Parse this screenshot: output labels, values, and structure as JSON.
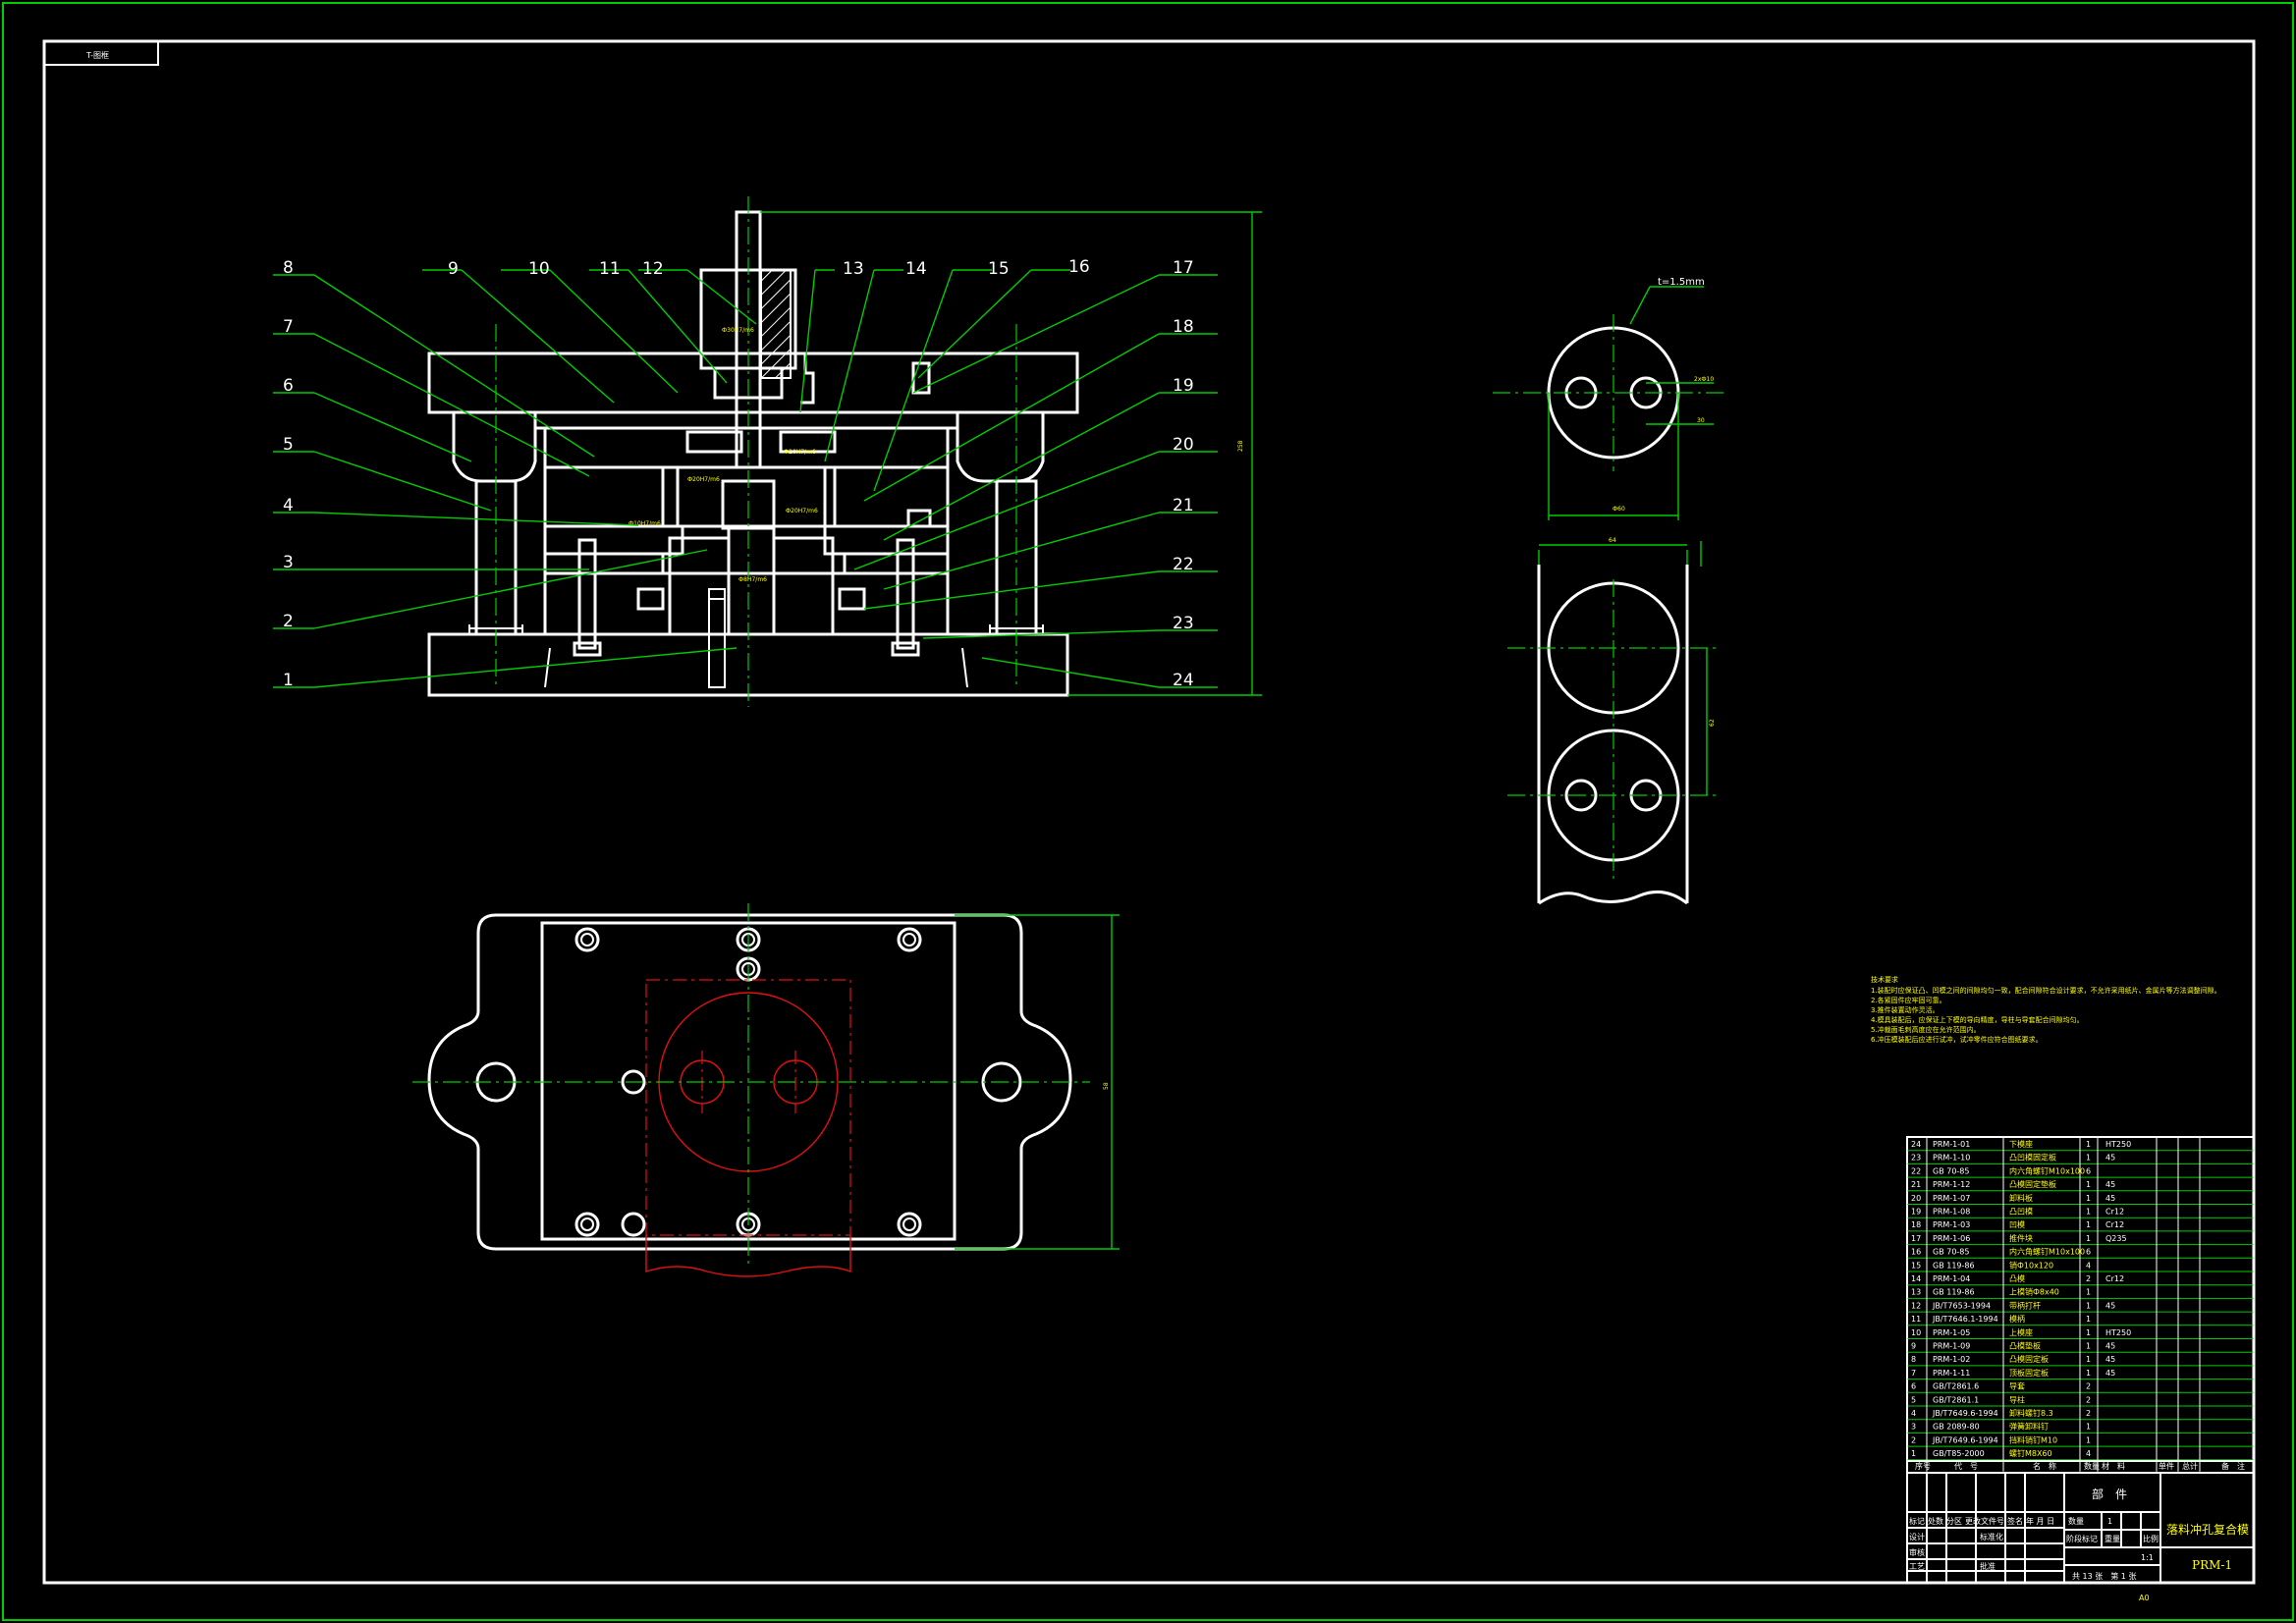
{
  "drawing": {
    "corner_tag": "T-图框",
    "title": "落料冲孔复合模",
    "drawing_no": "PRM-1",
    "sheet_size": "A0",
    "assembly_label": "部　件",
    "count_label": "数量",
    "count_value": "1",
    "weight_label": "重量",
    "scale_label": "比例",
    "scale_value": "1:1",
    "stage_label": "阶段标记",
    "sheet_info": "共 13 张　第 1 张",
    "thickness_note": "t=1.5mm",
    "dimension_58": "58"
  },
  "part_labels": [
    "1",
    "2",
    "3",
    "4",
    "5",
    "6",
    "7",
    "8",
    "9",
    "10",
    "11",
    "12",
    "13",
    "14",
    "15",
    "16",
    "17",
    "18",
    "19",
    "20",
    "21",
    "22",
    "23",
    "24"
  ],
  "tech_notes": {
    "heading": "技术要求",
    "lines": [
      "1.装配时应保证凸、凹模之间的间隙均匀一致，配合间隙符合设计要求，不允许采用纸片、金属片等方法调整间隙。",
      "2.各紧固件应牢固可靠。",
      "3.推件装置动作灵活。",
      "4.模具装配后，应保证上下模的导向精度，导柱与导套配合间隙均匀。",
      "5.冲裁面毛刺高度应在允许范围内。",
      "6.冲压模装配后应进行试冲，试冲零件应符合图纸要求。"
    ]
  },
  "bom": {
    "header": [
      "序号",
      "代　号",
      "名　称",
      "数量",
      "材　料",
      "单件",
      "总计",
      "备　注"
    ],
    "rows": [
      [
        "24",
        "PRM-1-01",
        "下模座",
        "1",
        "HT250"
      ],
      [
        "23",
        "PRM-1-10",
        "凸凹模固定板",
        "1",
        "45"
      ],
      [
        "22",
        "GB 70-85",
        "内六角螺钉M10x100",
        "6",
        ""
      ],
      [
        "21",
        "PRM-1-12",
        "凸模固定垫板",
        "1",
        "45"
      ],
      [
        "20",
        "PRM-1-07",
        "卸料板",
        "1",
        "45"
      ],
      [
        "19",
        "PRM-1-08",
        "凸凹模",
        "1",
        "Cr12"
      ],
      [
        "18",
        "PRM-1-03",
        "凹模",
        "1",
        "Cr12"
      ],
      [
        "17",
        "PRM-1-06",
        "推件块",
        "1",
        "Q235"
      ],
      [
        "16",
        "GB 70-85",
        "内六角螺钉M10x100",
        "6",
        ""
      ],
      [
        "15",
        "GB 119-86",
        "销Ф10x120",
        "4",
        ""
      ],
      [
        "14",
        "PRM-1-04",
        "凸模",
        "2",
        "Cr12"
      ],
      [
        "13",
        "GB  119-86",
        "上模销Ф8x40",
        "1",
        ""
      ],
      [
        "12",
        "JB/T7653-1994",
        "带柄打杆",
        "1",
        "45"
      ],
      [
        "11",
        "JB/T7646.1-1994",
        "模柄",
        "1",
        ""
      ],
      [
        "10",
        "PRM-1-05",
        "上模座",
        "1",
        "HT250"
      ],
      [
        "9",
        "PRM-1-09",
        "凸模垫板",
        "1",
        "45"
      ],
      [
        "8",
        "PRM-1-02",
        "凸模固定板",
        "1",
        "45"
      ],
      [
        "7",
        "PRM-1-11",
        "顶板固定板",
        "1",
        "45"
      ],
      [
        "6",
        "GB/T2861.6",
        "导套",
        "2",
        ""
      ],
      [
        "5",
        "GB/T2861.1",
        "导柱",
        "2",
        ""
      ],
      [
        "4",
        "JB/T7649.6-1994",
        "卸料螺钉8.3",
        "2",
        ""
      ],
      [
        "3",
        "GB 2089-80",
        "弹簧卸料钉",
        "1",
        ""
      ],
      [
        "2",
        "JB/T7649.6-1994",
        "挡料销钉M10",
        "1",
        ""
      ],
      [
        "1",
        "GB/T85-2000",
        "螺钉M8X60",
        "4",
        ""
      ]
    ],
    "sign_row_1": [
      "标记",
      "处数",
      "分区",
      "更改文件号",
      "签名",
      "年 月 日"
    ],
    "sign_row_2": [
      "设计",
      "",
      "",
      "标准化",
      "",
      ""
    ],
    "sign_row_3": [
      "审核",
      "",
      "",
      "",
      "",
      ""
    ],
    "sign_row_4": [
      "工艺",
      "",
      "",
      "批准",
      "",
      ""
    ]
  },
  "colors": {
    "background": "#000000",
    "outline": "#ffffff",
    "dimension": "#00cc00",
    "strip": "#e01010",
    "text": "#ffff00"
  }
}
